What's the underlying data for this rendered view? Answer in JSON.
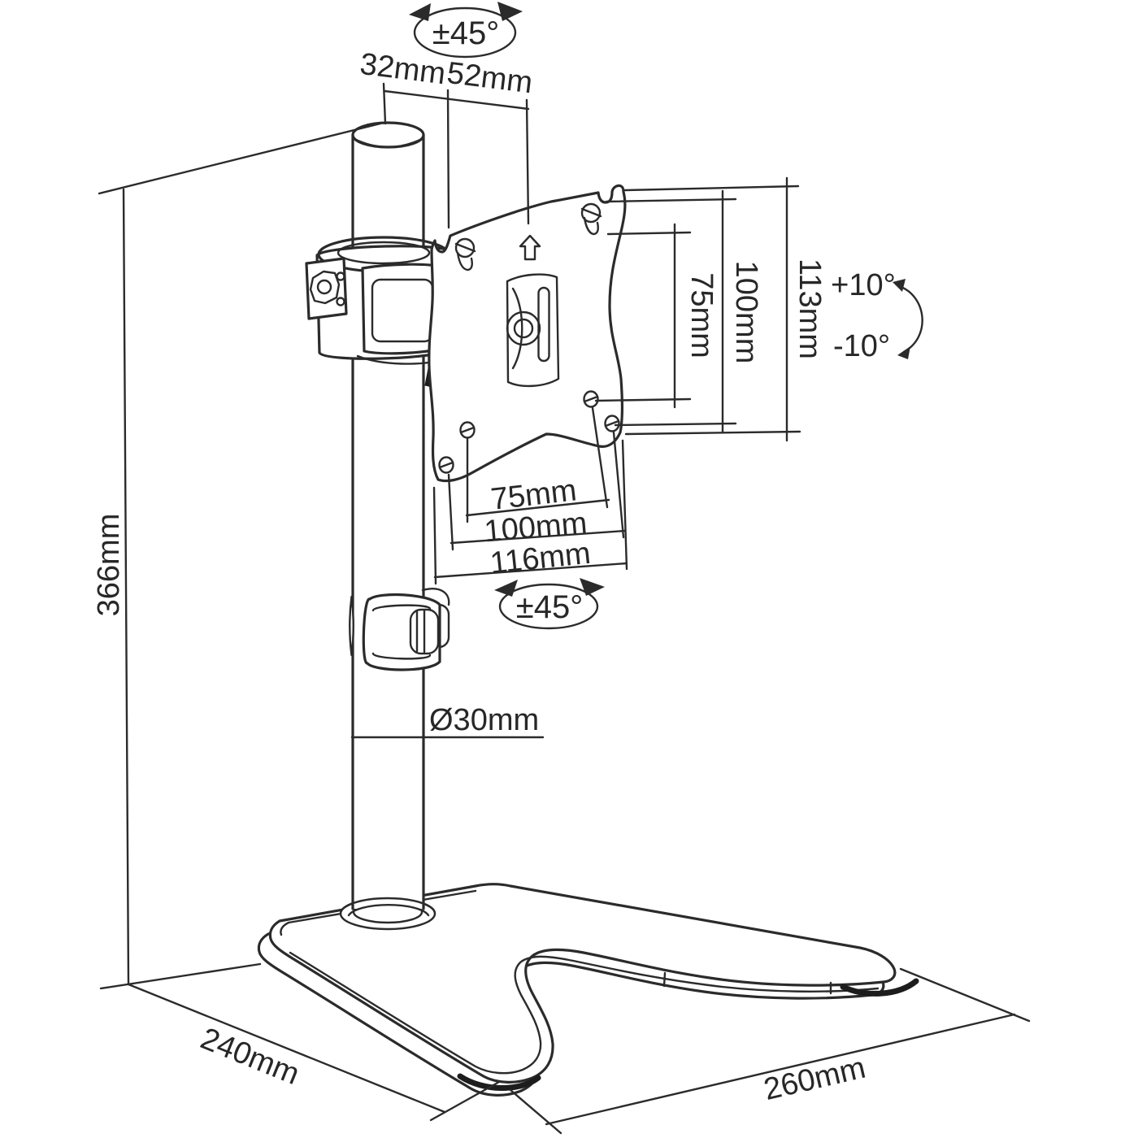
{
  "diagram": {
    "background_color": "#ffffff",
    "line_color": "#2b2b2b",
    "annotations": {
      "swivel_top": "±45°",
      "pole_top_width": "32mm",
      "pole_to_plate": "52mm",
      "vesa_vertical_75": "75mm",
      "vesa_vertical_100": "100mm",
      "plate_height": "113mm",
      "tilt_up": "+10°",
      "tilt_down": "-10°",
      "vesa_horizontal_75": "75mm",
      "vesa_horizontal_100": "100mm",
      "plate_width": "116mm",
      "swivel_bottom": "±45°",
      "pole_diameter": "Ø30mm",
      "stand_height": "366mm",
      "base_depth": "240mm",
      "base_width": "260mm"
    }
  }
}
